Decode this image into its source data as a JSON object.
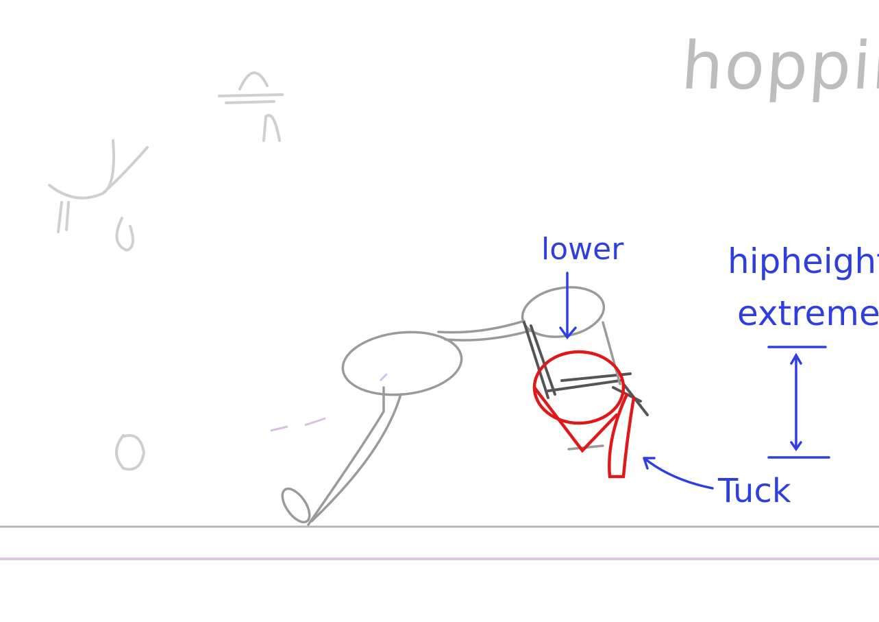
{
  "title": "hopping",
  "annotations": {
    "lower": "lower",
    "hip_height_line1": "hipheight",
    "hip_height_line2": "extremes",
    "tuck": "Tuck"
  },
  "colors": {
    "pencil": "#8f8f8f",
    "pencil_light": "#c2c2c2",
    "annotation_blue": "#2e3fe0",
    "highlight_red": "#e01818",
    "ground_purple": "#d8c8e0"
  }
}
